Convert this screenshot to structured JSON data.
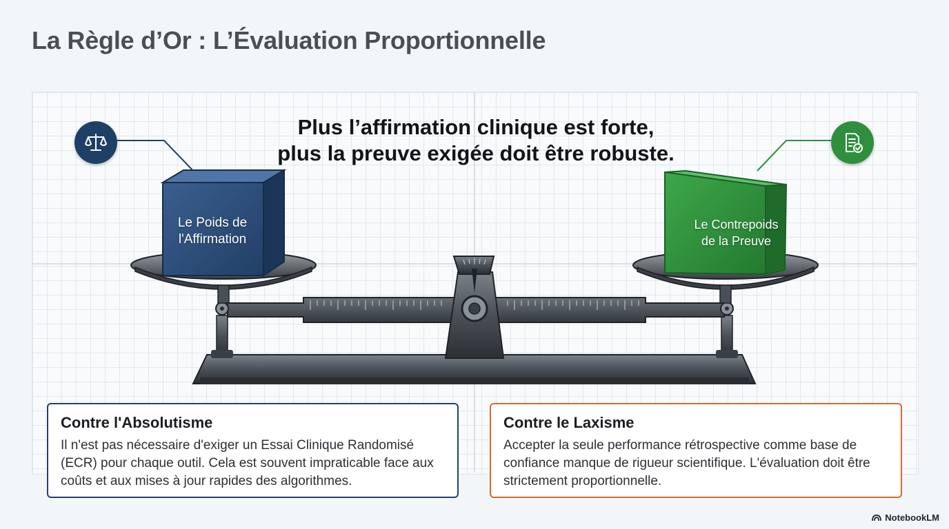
{
  "title": "La Règle d’Or : L’Évaluation Proportionnelle",
  "headline": {
    "line1": "Plus l’affirmation clinique est forte,",
    "line2": "plus la preuve exigée doit être robuste."
  },
  "left_weight": {
    "line1": "Le Poids de",
    "line2": "l'Affirmation",
    "icon": "scales-icon",
    "color": "#1e3f66"
  },
  "right_weight": {
    "line1": "Le Contrepoids",
    "line2": "de la Preuve",
    "icon": "document-check-icon",
    "color": "#2f8f3c"
  },
  "cards": [
    {
      "heading": "Contre l'Absolutisme",
      "body": "Il n'est pas nécessaire d'exiger un Essai Clinique Randomisé (ECR) pour chaque outil. Cela est souvent impraticable face aux coûts et aux mises à jour rapides des algorithmes.",
      "border_color": "#23416a"
    },
    {
      "heading": "Contre le Laxisme",
      "body": "Accepter la seule performance rétrospective comme base de confiance manque de rigueur scientifique. L'évaluation doit être strictement proportionnelle.",
      "border_color": "#d9692c"
    }
  ],
  "brand": "NotebookLM"
}
